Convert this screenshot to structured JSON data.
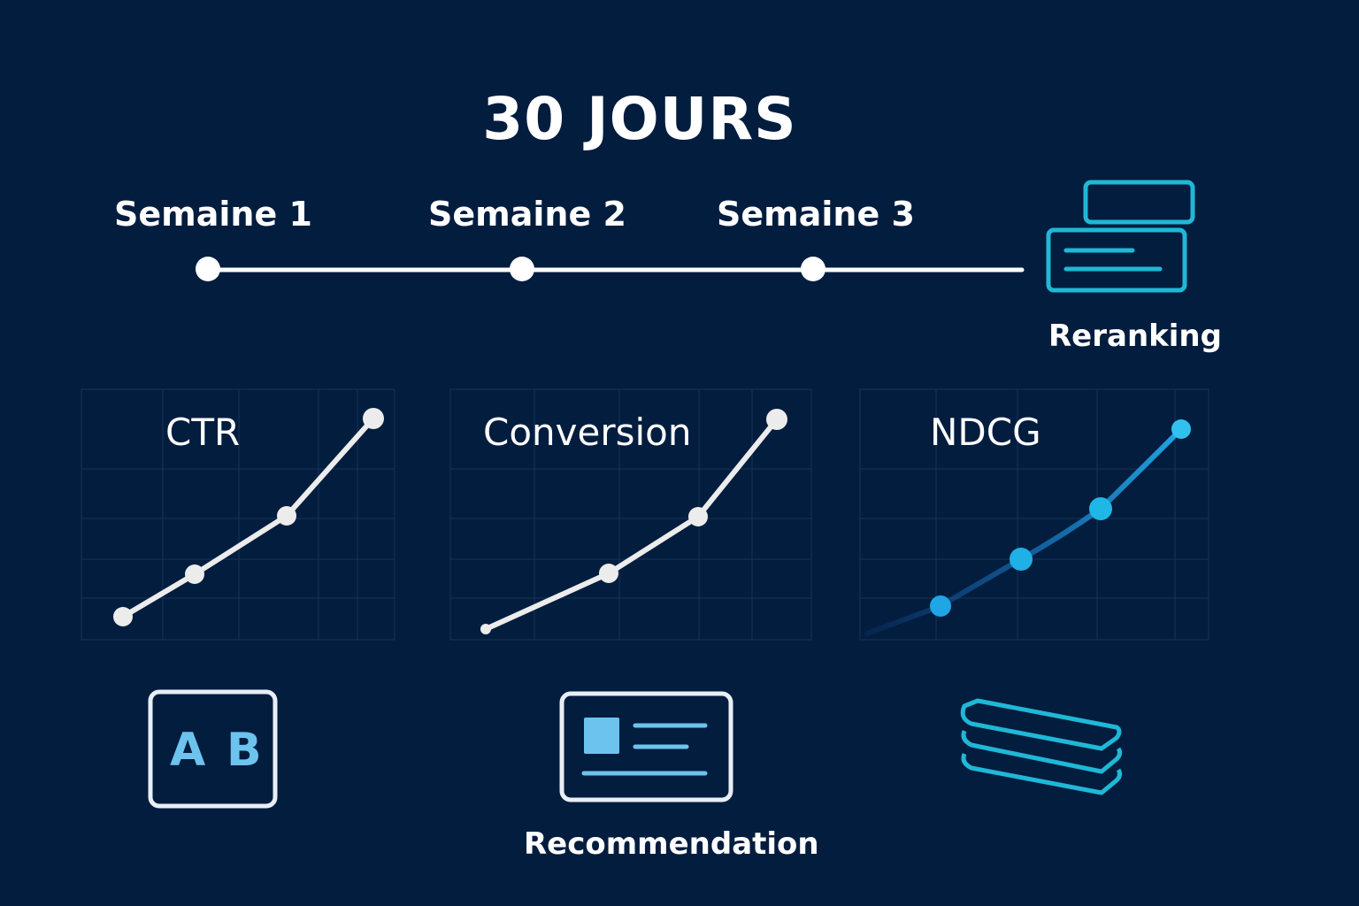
{
  "title": "30 JOURS",
  "timeline": {
    "weeks": [
      "Semaine 1",
      "Semaine 2",
      "Semaine 3"
    ]
  },
  "modules": {
    "reranking": {
      "label": "Reranking",
      "icon": "reranking-cards-icon"
    },
    "recommendation": {
      "label": "Recommendation",
      "icon": "recommendation-card-icon"
    },
    "ab_test": {
      "letter_a": "A",
      "letter_b": "B",
      "icon": "ab-test-icon"
    },
    "stack": {
      "icon": "stacked-layers-icon"
    }
  },
  "charts": [
    {
      "label": "CTR"
    },
    {
      "label": "Conversion"
    },
    {
      "label": "NDCG"
    }
  ],
  "colors": {
    "background": "#031d3f",
    "white": "#ffffff",
    "cyan": "#1fb8d6",
    "light_blue": "#6cc3ee"
  }
}
